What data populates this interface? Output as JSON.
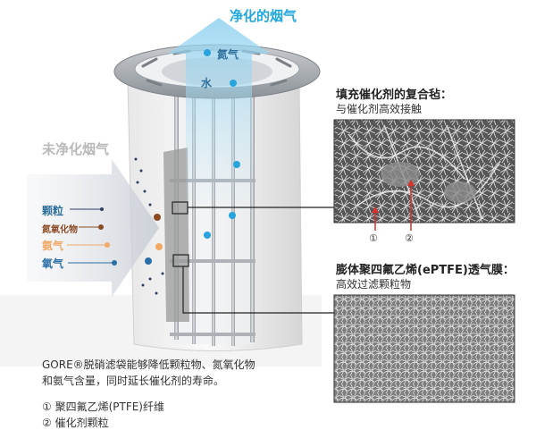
{
  "diagram": {
    "clean_gas_title": "净化的烟气",
    "clean_gas_items": [
      "氮气",
      "水"
    ],
    "raw_gas_title": "未净化烟气",
    "raw_gas_items": [
      "颗粒",
      "氮氧化物",
      "氨气",
      "氧气"
    ],
    "felt_heading": "填充催化剂的复合毡：",
    "felt_sub": "与催化剂高效接触",
    "membrane_heading": "膨体聚四氟乙烯(ePTFE)透气膜：",
    "membrane_sub": "高效过滤颗粒物",
    "callout_1": "①",
    "callout_2": "②",
    "caption_line_1": "GORE®脱硝滤袋能够降低颗粒物、氮氧化物",
    "caption_line_2": "和氨气含量，同时延长催化剂的寿命。",
    "legend_1": "①  聚四氟乙烯(PTFE)纤维",
    "legend_2": "②  催化剂颗粒"
  },
  "colors": {
    "clean_blue": "#22a7de",
    "dot_blue": "#27a4de",
    "nox_brown": "#8a4b24",
    "ammonia_orange": "#f1a864",
    "oxygen_blue": "#2a6ea6",
    "particle_navy": "#2f3f60",
    "callout_red": "#d9312b"
  }
}
